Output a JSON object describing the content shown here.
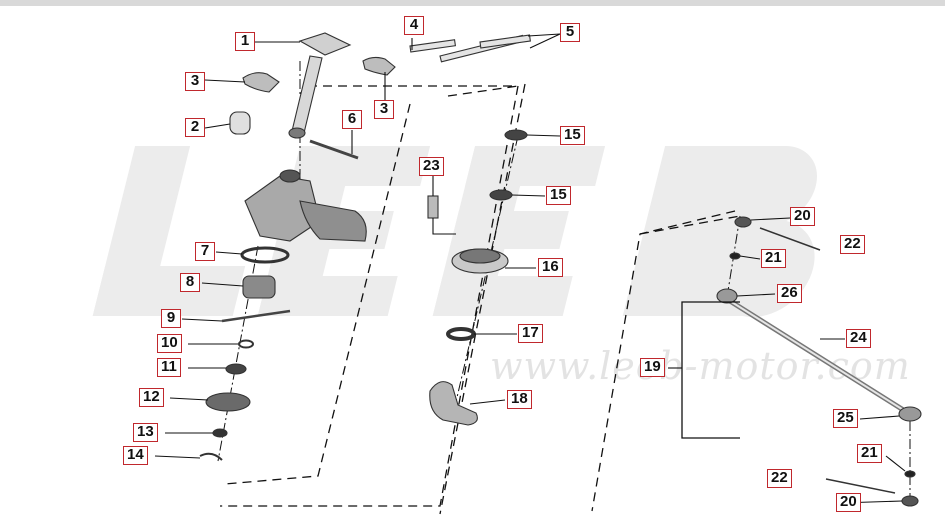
{
  "diagram": {
    "watermark": {
      "logo_text": "LEEB",
      "url_text": "www.leeb-motor.com"
    },
    "callouts": [
      "1",
      "3",
      "2",
      "4",
      "5",
      "3",
      "6",
      "7",
      "8",
      "9",
      "10",
      "11",
      "12",
      "13",
      "14",
      "23",
      "15",
      "15",
      "16",
      "17",
      "18",
      "20",
      "22",
      "21",
      "26",
      "24",
      "19",
      "25",
      "21",
      "22",
      "20"
    ],
    "colors": {
      "label_border": "#c0282d",
      "line": "#111111",
      "part_fill": "#d6d6d6",
      "part_dark": "#6f6f6f",
      "watermark": "#ececec"
    }
  }
}
